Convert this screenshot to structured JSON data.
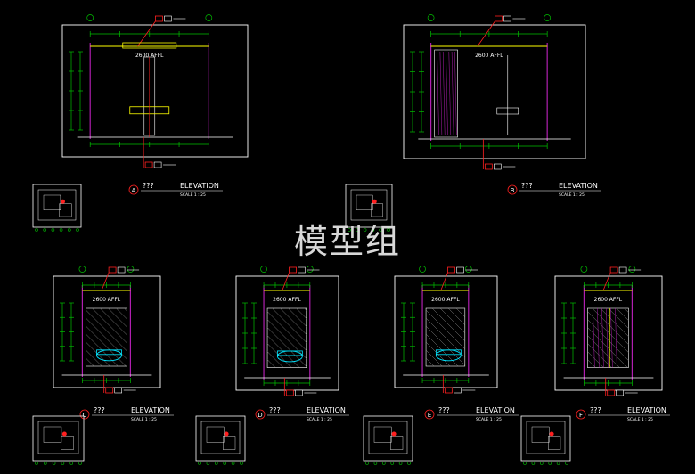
{
  "watermark": "模型组",
  "elevations": [
    {
      "id": "A",
      "title": "???",
      "kind": "ELEVATION",
      "scale": "SCALE 1 : 25",
      "ceiling": "2600 AFFL"
    },
    {
      "id": "B",
      "title": "???",
      "kind": "ELEVATION",
      "scale": "SCALE 1 : 25",
      "ceiling": "2600 AFFL"
    },
    {
      "id": "C",
      "title": "???",
      "kind": "ELEVATION",
      "scale": "SCALE 1 : 25",
      "ceiling": "2600 AFFL"
    },
    {
      "id": "D",
      "title": "???",
      "kind": "ELEVATION",
      "scale": "SCALE 1 : 25",
      "ceiling": "2600 AFFL"
    },
    {
      "id": "E",
      "title": "???",
      "kind": "ELEVATION",
      "scale": "SCALE 1 : 25",
      "ceiling": "2600 AFFL"
    },
    {
      "id": "F",
      "title": "???",
      "kind": "ELEVATION",
      "scale": "SCALE 1 : 25",
      "ceiling": "2600 AFFL"
    }
  ],
  "colors": {
    "frame": "#ffffff",
    "wall": "#b01fb0",
    "dim": "#00c000",
    "ceiling": "#ffff00",
    "leader": "#ff2020",
    "fixture": "#00e5ff",
    "hatch": "#8a8a8a"
  }
}
